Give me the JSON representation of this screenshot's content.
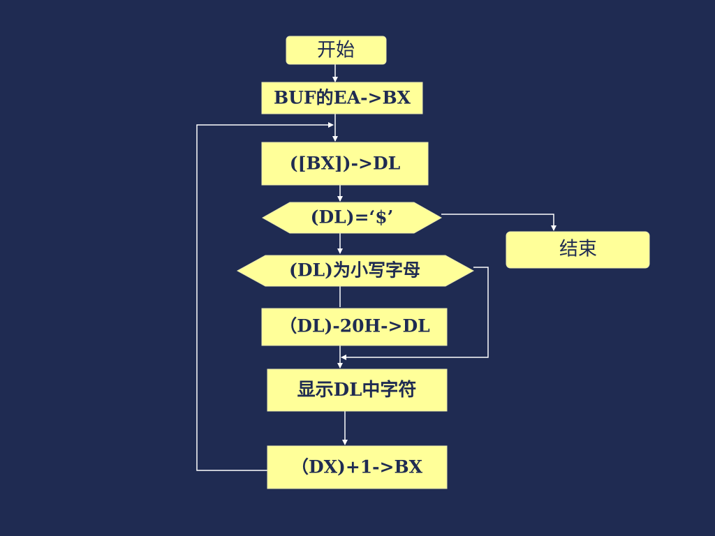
{
  "colors": {
    "background": "#1f2b52",
    "node_fill": "#ffff99",
    "node_text": "#1f2b52",
    "connector": "#ffffff"
  },
  "flowchart": {
    "start": "开始",
    "load_address": "BUF的EA->BX",
    "fetch_char": "([BX])->DL",
    "check_end": "(DL)=‘$’",
    "end": "结束",
    "check_lowercase": "(DL)为小写字母",
    "to_upper": "（DL)-20H->DL",
    "display_char": "显示DL中字符",
    "advance_pointer": "（DX)+1->BX"
  }
}
